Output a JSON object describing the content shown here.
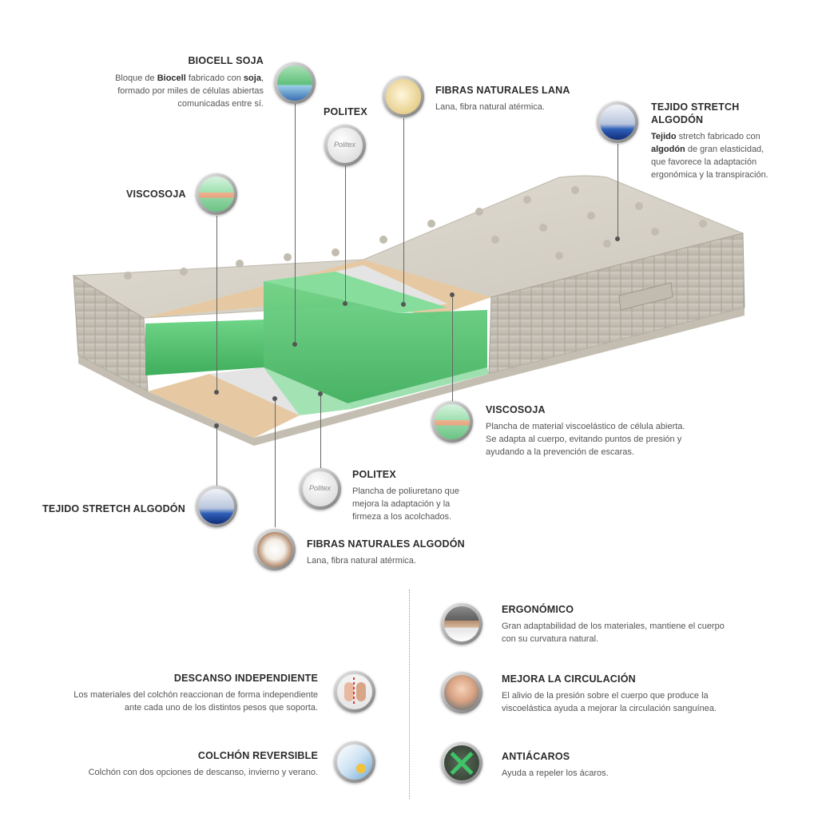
{
  "callouts": {
    "biocell": {
      "title": "BIOCELL SOJA",
      "desc_html": "Bloque de <b>Biocell</b> fabricado con <b>soja</b>,<br>formado por miles de células abiertas<br>comunicadas entre sí."
    },
    "politex_top": {
      "title": "POLITEX"
    },
    "lana": {
      "title": "FIBRAS NATURALES LANA",
      "desc": "Lana, fibra natural atérmica."
    },
    "tejido_top": {
      "title_line1": "TEJIDO STRETCH",
      "title_line2": "ALGODÓN",
      "desc_html": "<b>Tejido</b> stretch fabricado con<br><b>algodón</b> de gran elasticidad,<br>que favorece la adaptación<br>ergonómica y la transpiración."
    },
    "viscosoja_left": {
      "title": "VISCOSOJA"
    },
    "viscosoja_right": {
      "title": "VISCOSOJA",
      "desc_html": "Plancha de material viscoelástico de célula abierta.<br>Se adapta al cuerpo, evitando puntos de presión y<br>ayudando a la prevención de escaras."
    },
    "politex_bottom": {
      "title": "POLITEX",
      "desc_html": "Plancha de poliuretano que<br>mejora la adaptación y la<br>firmeza a los acolchados."
    },
    "tejido_bottom": {
      "title": "TEJIDO STRETCH ALGODÓN"
    },
    "algodon": {
      "title": "FIBRAS NATURALES ALGODÓN",
      "desc": "Lana, fibra natural atérmica."
    }
  },
  "features_left": [
    {
      "title": "DESCANSO INDEPENDIENTE",
      "desc_html": "Los materiales del colchón reaccionan de forma independiente<br>ante cada uno de los distintos pesos que soporta.",
      "icon": "independent-rest-icon"
    },
    {
      "title": "COLCHÓN REVERSIBLE",
      "desc_html": "Colchón con dos opciones de descanso, invierno y verano.",
      "icon": "reversible-icon"
    }
  ],
  "features_right": [
    {
      "title": "ERGONÓMICO",
      "desc_html": "Gran adaptabilidad de los materiales, mantiene el cuerpo<br>con su curvatura natural.",
      "icon": "ergonomic-icon"
    },
    {
      "title": "MEJORA LA CIRCULACIÓN",
      "desc_html": "El alivio de la presión sobre el cuerpo que produce la<br>viscoelástica ayuda a mejorar la circulación sanguínea.",
      "icon": "circulation-icon"
    },
    {
      "title": "ANTIÁCAROS",
      "desc": "Ayuda a repeler los ácaros.",
      "icon": "anti-mite-icon"
    }
  ],
  "colors": {
    "foam_green": "#5fc77a",
    "cover": "#d6d1c6",
    "layer_tan": "#e6c9a3",
    "layer_white": "#e7e7e7"
  }
}
